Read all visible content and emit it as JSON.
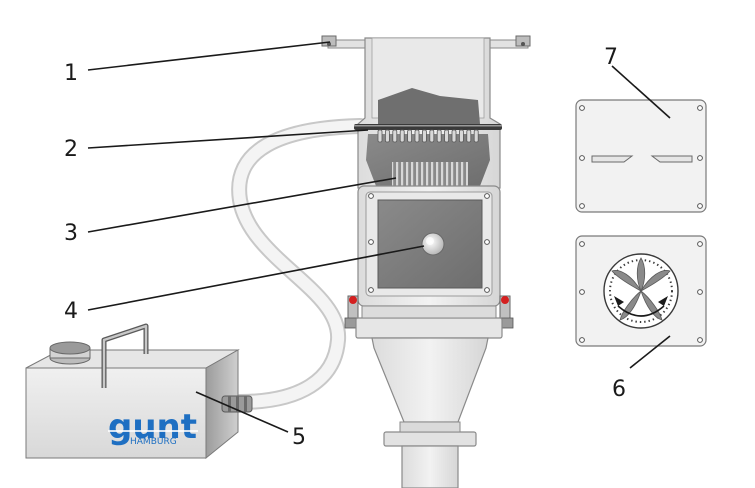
{
  "labels": {
    "l1": "1",
    "l2": "2",
    "l3": "3",
    "l4": "4",
    "l5": "5",
    "l6": "6",
    "l7": "7"
  },
  "logo": {
    "brand": "gunt",
    "sub": "HAMBURG"
  },
  "colors": {
    "body": "#e6e6e6",
    "outline": "#8a8a8a",
    "mesh": "#7a7a7a",
    "hose": "#eeeeee",
    "logo": "#1e6fc2",
    "latch": "#d42020"
  }
}
